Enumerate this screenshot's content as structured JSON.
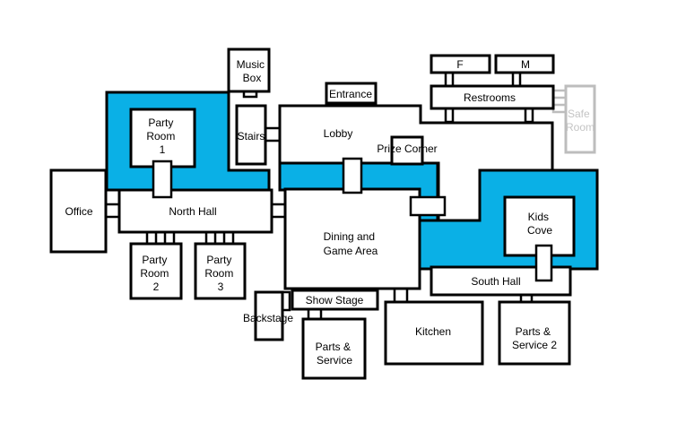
{
  "rooms": {
    "music_box": [
      "Music",
      "Box"
    ],
    "entrance": "Entrance",
    "female": "F",
    "male": "M",
    "restrooms": "Restrooms",
    "safe_room": [
      "Safe",
      "Room"
    ],
    "party_room_1": [
      "Party",
      "Room",
      "1"
    ],
    "stairs": "Stairs",
    "lobby": "Lobby",
    "prize_corner": "Prize Corner",
    "office": "Office",
    "north_hall": "North Hall",
    "dining": [
      "Dining and",
      "Game Area"
    ],
    "kids_cove": [
      "Kids",
      "Cove"
    ],
    "south_hall": "South Hall",
    "party_room_2": [
      "Party",
      "Room",
      "2"
    ],
    "party_room_3": [
      "Party",
      "Room",
      "3"
    ],
    "show_stage": "Show Stage",
    "backstage": "Backstage",
    "parts_service": [
      "Parts &",
      "Service"
    ],
    "kitchen": "Kitchen",
    "parts_service_2": [
      "Parts &",
      "Service 2"
    ]
  },
  "colors": {
    "highlight": "#0ab0e6",
    "wall": "#000000",
    "disabled": "#bdbdbd"
  }
}
